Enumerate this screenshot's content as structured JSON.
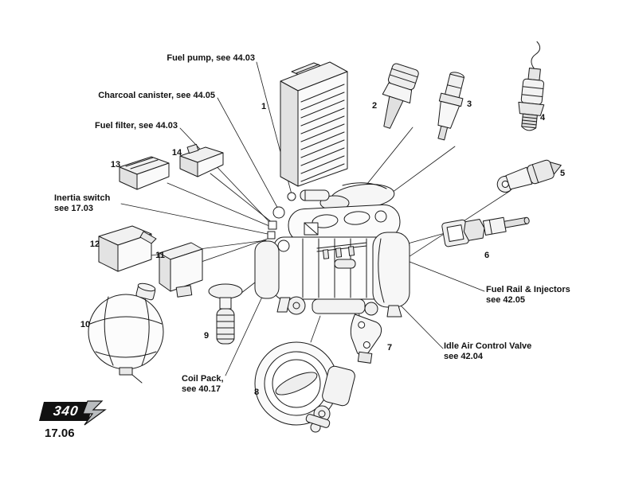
{
  "page": {
    "section_number": "17.06",
    "logo_text": "340"
  },
  "callouts": {
    "fuel_pump": "Fuel pump, see 44.03",
    "charcoal_canister": "Charcoal canister,  see 44.05",
    "fuel_filter": "Fuel filter, see 44.03",
    "inertia_switch": [
      "Inertia switch",
      "see 17.03"
    ],
    "fuel_rail": [
      "Fuel Rail & Injectors",
      "see 42.05"
    ],
    "idle_air": [
      "Idle Air Control Valve",
      "see 42.04"
    ],
    "coil_pack": [
      "Coil Pack,",
      "see 40.17"
    ]
  },
  "part_numbers": [
    "1",
    "2",
    "3",
    "4",
    "5",
    "6",
    "7",
    "8",
    "9",
    "10",
    "11",
    "12",
    "13",
    "14"
  ]
}
